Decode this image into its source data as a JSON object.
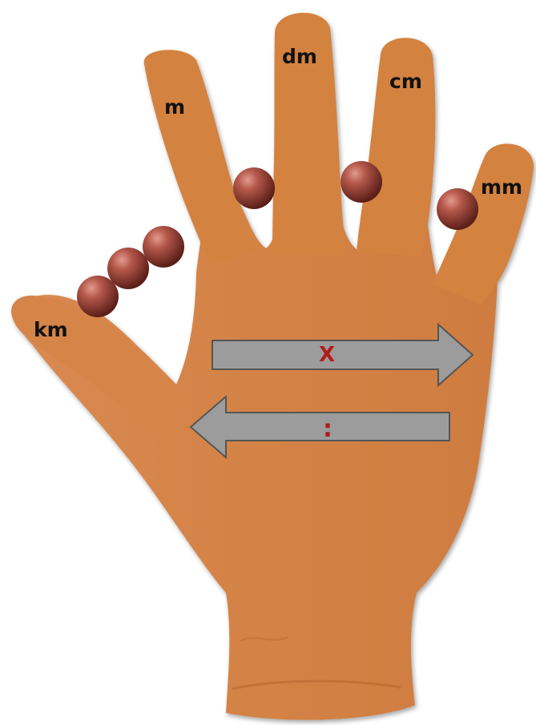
{
  "units": {
    "thumb": "km",
    "index": "m",
    "middle": "dm",
    "ring": "cm",
    "pinky": "mm"
  },
  "operations": {
    "right_arrow_label": "X",
    "left_arrow_label": ":"
  },
  "colors": {
    "glove": "#d07d45",
    "glove_shadow": "#b9652f",
    "bead": "#9c3f32",
    "arrow_fill": "#9c9c9c",
    "arrow_stroke": "#555555",
    "label": "#111111",
    "operation": "#b01c1c"
  },
  "beads": {
    "between_thumb_and_index": 3,
    "between_index_and_middle": 1,
    "between_middle_and_ring": 1,
    "between_ring_and_pinky": 1
  }
}
